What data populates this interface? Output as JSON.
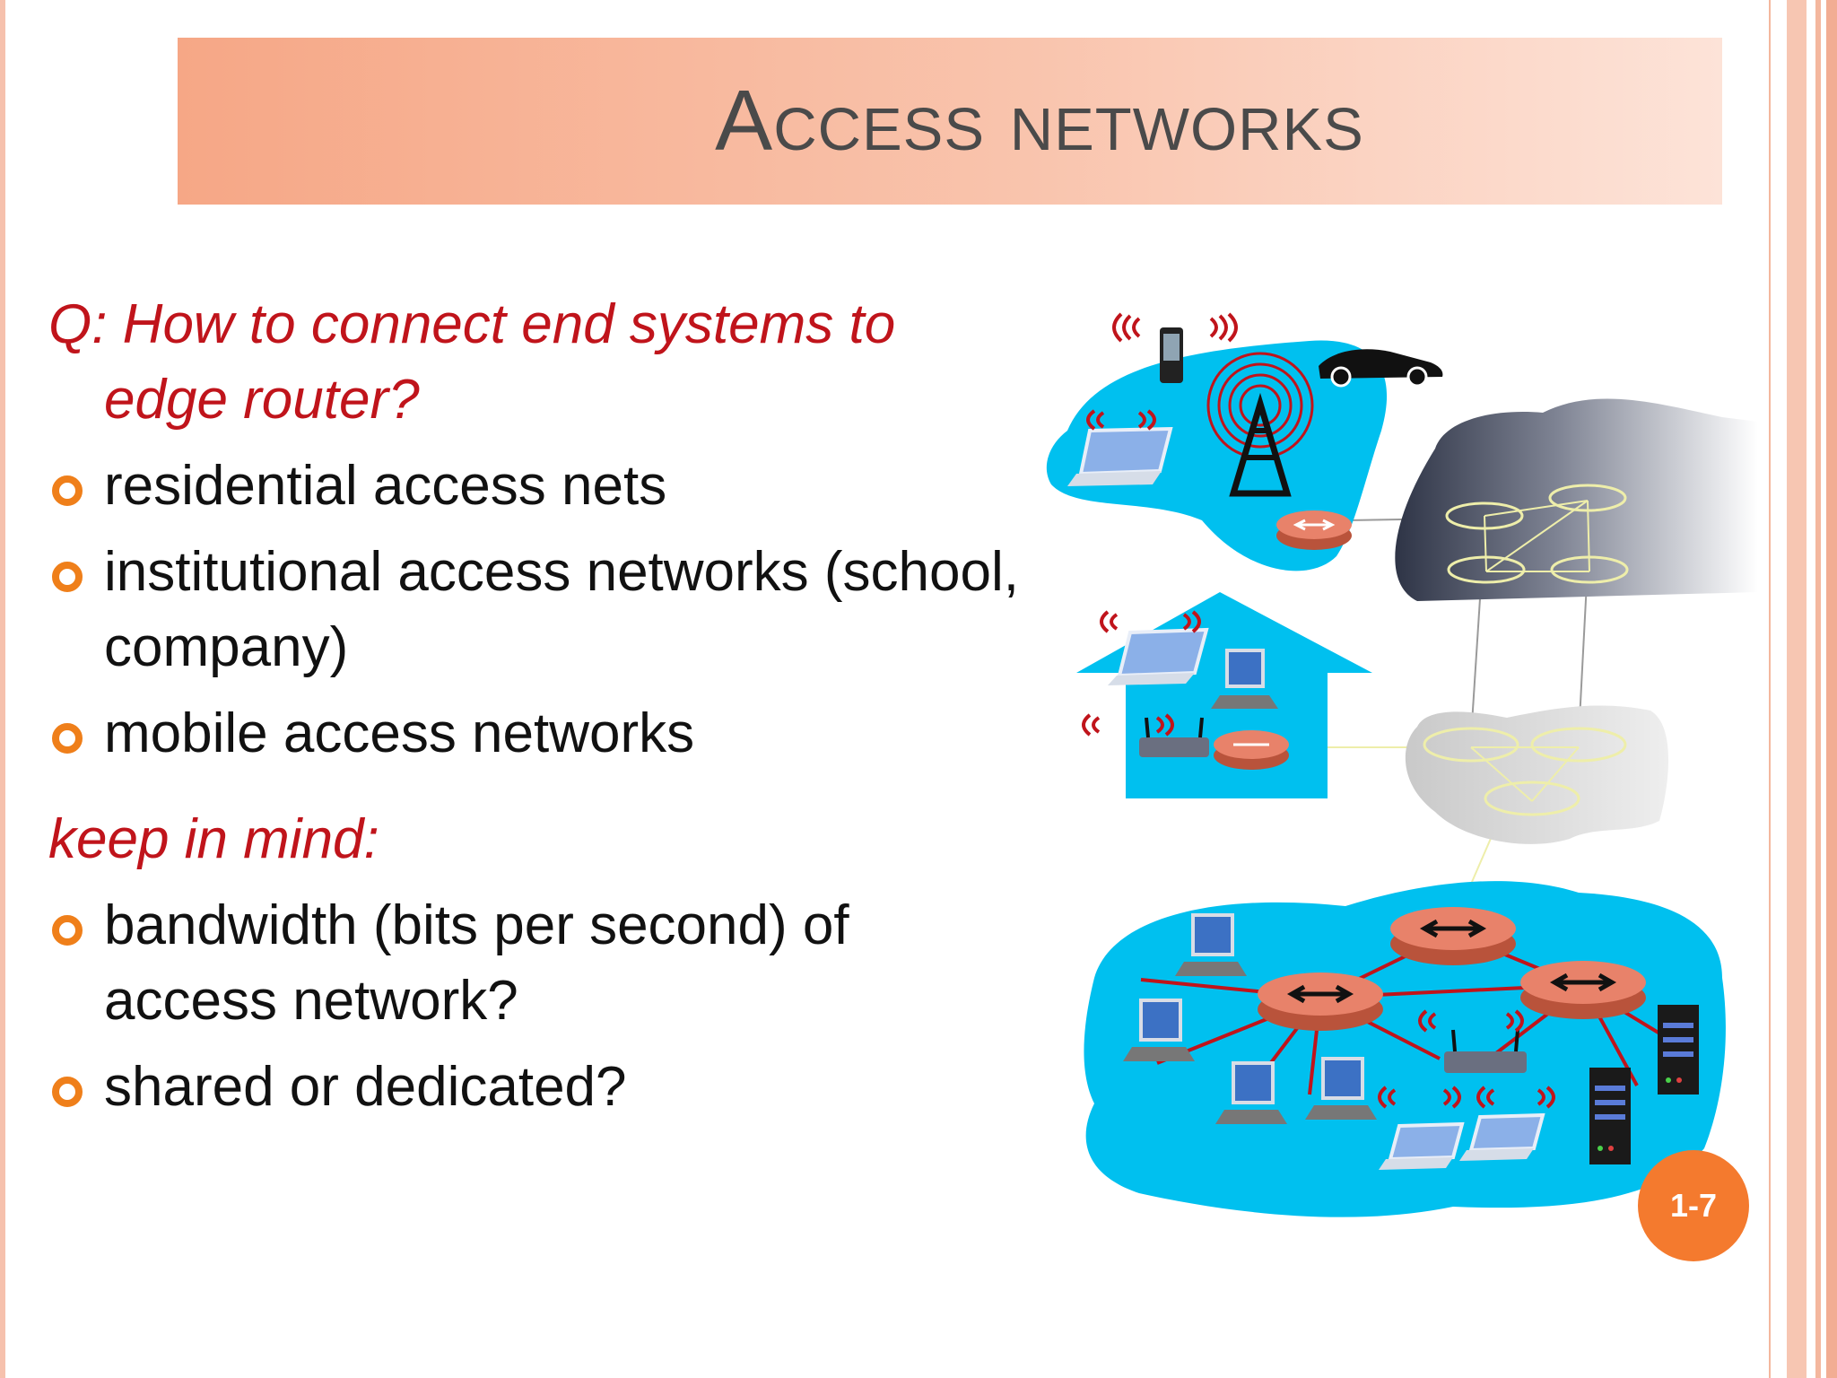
{
  "slide": {
    "title": "Access networks",
    "question": "Q: How to connect end systems to edge router?",
    "bullets_top": [
      "residential access nets",
      "institutional access networks (school, company)",
      "mobile access networks"
    ],
    "keep_in_mind": "keep in mind:",
    "bullets_bottom": [
      "bandwidth (bits per second) of access network?",
      "shared or dedicated?"
    ],
    "page_number": "1-7"
  },
  "colors": {
    "accent": "#f47a2e",
    "question_red": "#c0141b",
    "network_blue": "#00c0ef",
    "router_salmon": "#e8826a"
  }
}
